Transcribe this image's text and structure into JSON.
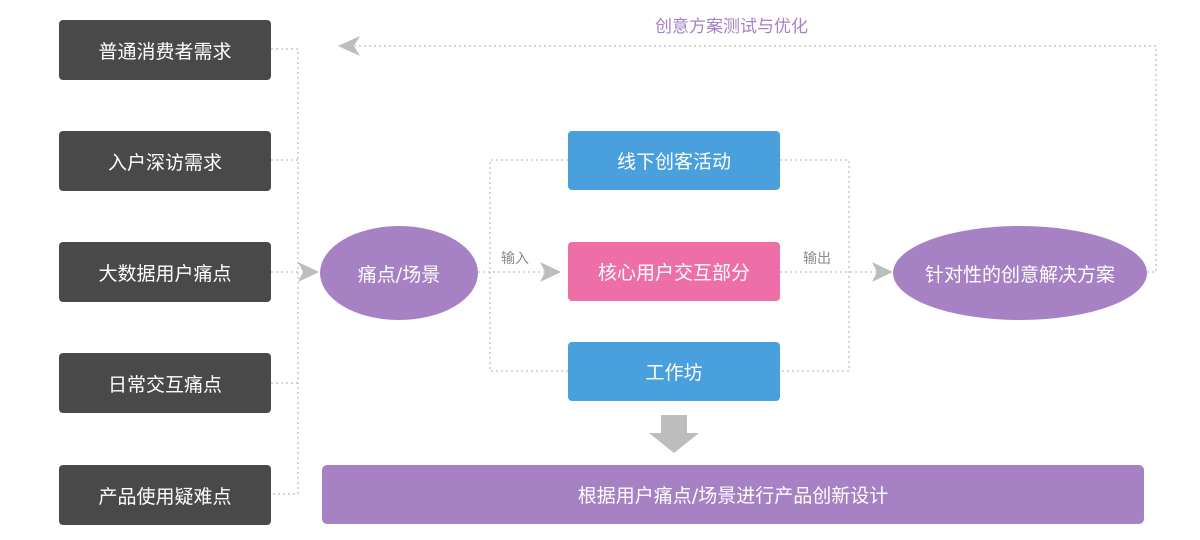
{
  "sources": [
    "普通消费者需求",
    "入户深访需求",
    "大数据用户痛点",
    "日常交互痛点",
    "产品使用疑难点"
  ],
  "pain_point": "痛点/场景",
  "input_label": "输入",
  "methods": [
    "线下创客活动",
    "核心用户交互部分",
    "工作坊"
  ],
  "output_label": "输出",
  "solution": "针对性的创意解决方案",
  "feedback_label": "创意方案测试与优化",
  "result": "根据用户痛点/场景进行产品创新设计",
  "colors": {
    "source_box": "#494949",
    "purple": "#a681c4",
    "blue": "#4aa0dd",
    "pink": "#ee6fa8",
    "arrow_gray": "#bdbdbd",
    "connector": "#c8c8c8"
  }
}
